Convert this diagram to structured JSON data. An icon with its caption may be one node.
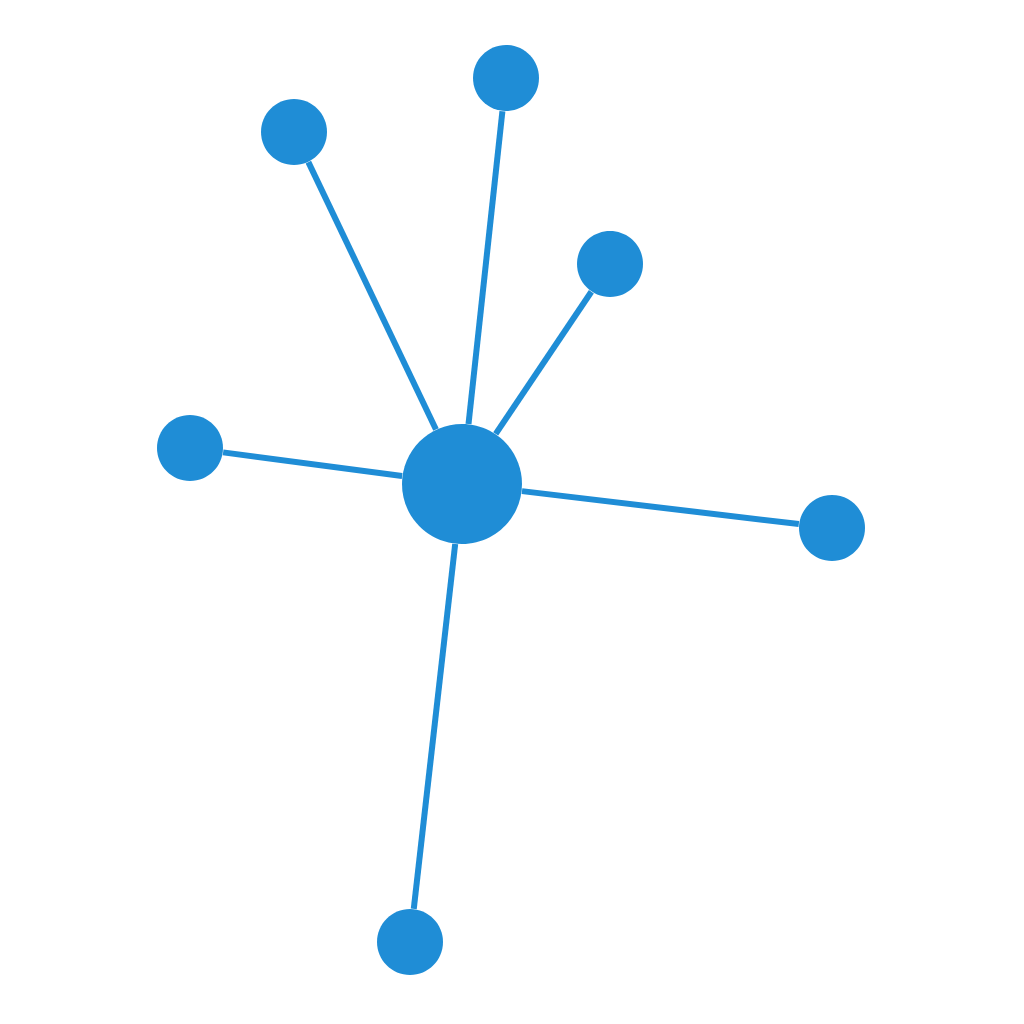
{
  "diagram": {
    "nodes": [
      {
        "text": [],
        "shape": "circle"
      },
      {
        "text": [],
        "shape": "circle"
      },
      {
        "text": [],
        "shape": "circle"
      },
      {
        "text": [],
        "shape": "circle"
      },
      {
        "text": [],
        "shape": "circle"
      },
      {
        "text": [],
        "shape": "circle"
      },
      {
        "text": [],
        "shape": "circle"
      }
    ],
    "edges": [
      {
        "from": 0,
        "to": 1,
        "arrow": "none"
      },
      {
        "from": 0,
        "to": 2,
        "arrow": "none"
      },
      {
        "from": 0,
        "to": 3,
        "arrow": "none"
      },
      {
        "from": 0,
        "to": 4,
        "arrow": "none"
      },
      {
        "from": 0,
        "to": 5,
        "arrow": "none"
      },
      {
        "from": 0,
        "to": 6,
        "arrow": "none"
      }
    ]
  }
}
